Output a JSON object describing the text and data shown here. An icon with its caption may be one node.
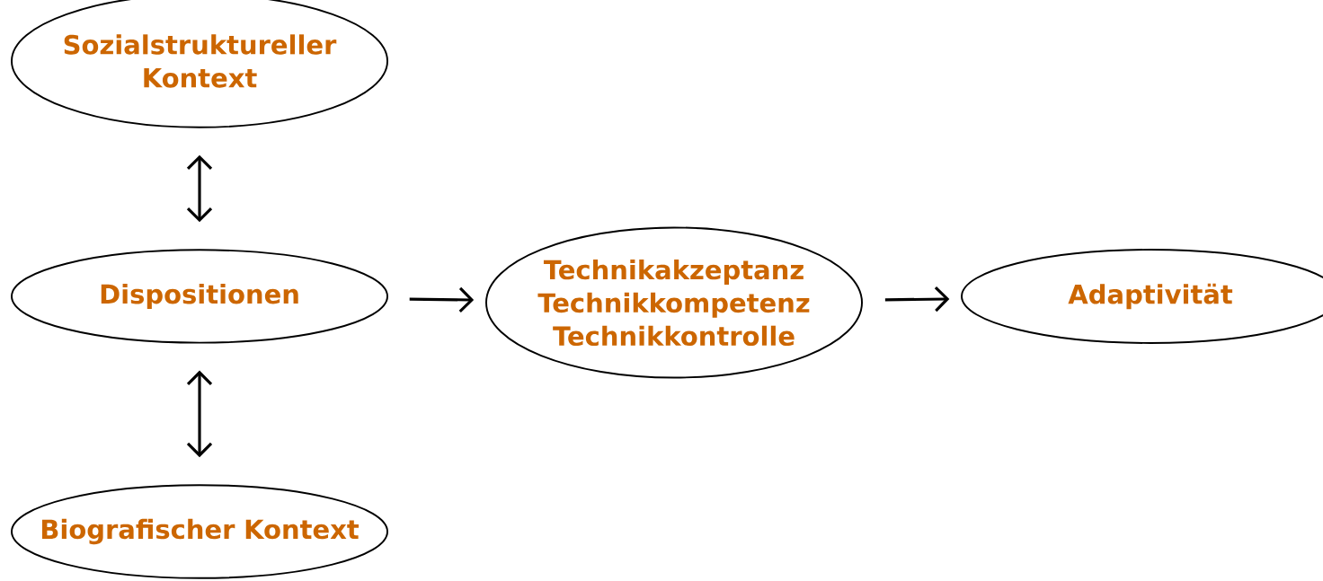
{
  "diagram": {
    "nodes": [
      {
        "text": [
          "Sozialstruktureller Kontext"
        ]
      },
      {
        "text": [
          "Dispositionen"
        ]
      },
      {
        "text": [
          "Biografischer Kontext"
        ]
      },
      {
        "text": [
          "Technikakzeptanz",
          "Technikkompetenz",
          "Technikkontrolle"
        ]
      },
      {
        "text": [
          "Adaptivität"
        ]
      }
    ],
    "edges": [
      {
        "from": 0,
        "to": 1,
        "arrow": "both"
      },
      {
        "from": 1,
        "to": 2,
        "arrow": "both"
      },
      {
        "from": 1,
        "to": 3,
        "arrow": "to"
      },
      {
        "from": 3,
        "to": 4,
        "arrow": "to"
      }
    ]
  }
}
